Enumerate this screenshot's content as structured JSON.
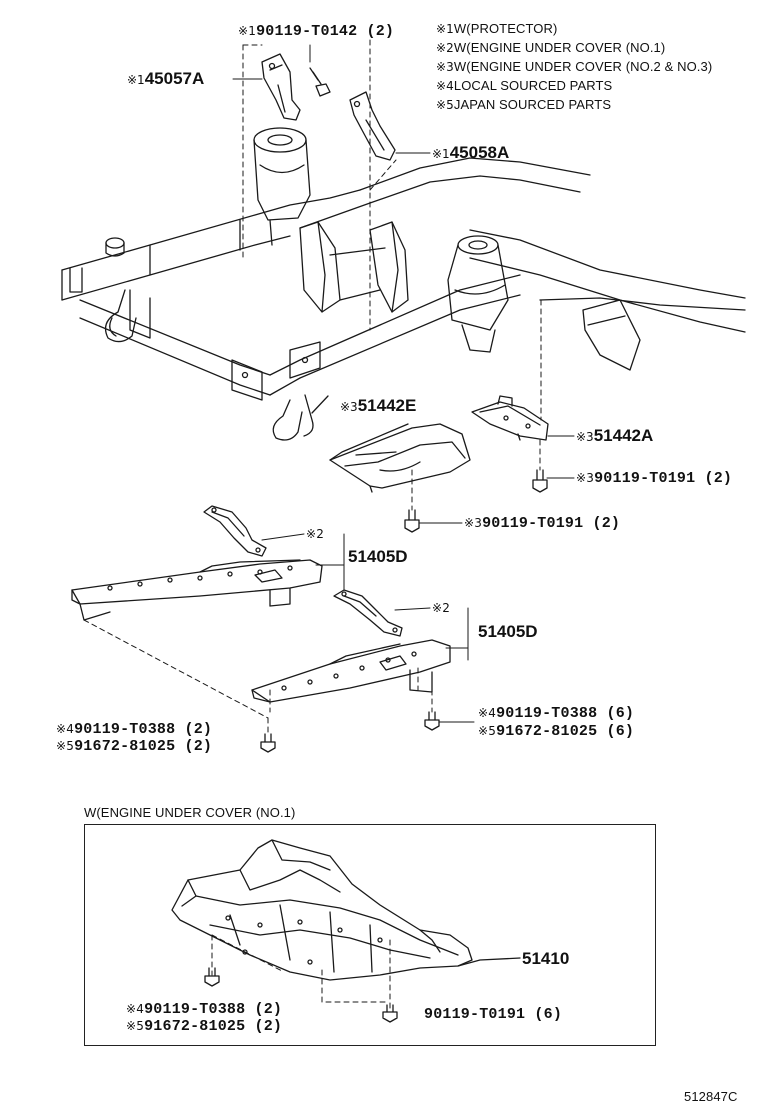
{
  "legend": [
    {
      "mark": "※1",
      "text": "W(PROTECTOR)"
    },
    {
      "mark": "※2",
      "text": "W(ENGINE UNDER COVER (NO.1)"
    },
    {
      "mark": "※3",
      "text": "W(ENGINE UNDER COVER (NO.2 & NO.3)"
    },
    {
      "mark": "※4",
      "text": "LOCAL SOURCED PARTS"
    },
    {
      "mark": "※5",
      "text": "JAPAN SOURCED PARTS"
    }
  ],
  "callouts": {
    "c1": {
      "mark": "※1",
      "text": "90119-T0142 (2)"
    },
    "c2": {
      "mark": "※1",
      "text": "45057A"
    },
    "c3": {
      "mark": "※1",
      "text": "45058A"
    },
    "c4": {
      "mark": "※3",
      "text": "51442E"
    },
    "c5": {
      "mark": "※3",
      "text": "51442A"
    },
    "c6": {
      "mark": "※3",
      "text": "90119-T0191 (2)"
    },
    "c7": {
      "mark": "※3",
      "text": "90119-T0191 (2)"
    },
    "c8": {
      "mark": "※2",
      "text": ""
    },
    "c9": {
      "mark": "",
      "text": "51405D"
    },
    "c10": {
      "mark": "※2",
      "text": ""
    },
    "c11": {
      "mark": "",
      "text": "51405D"
    },
    "c12": {
      "mark": "※4",
      "text": "90119-T0388 (2)"
    },
    "c13": {
      "mark": "※5",
      "text": "91672-81025 (2)"
    },
    "c14": {
      "mark": "※4",
      "text": "90119-T0388 (6)"
    },
    "c15": {
      "mark": "※5",
      "text": "91672-81025 (6)"
    }
  },
  "inset": {
    "title": "W(ENGINE UNDER COVER (NO.1)",
    "callouts": {
      "i1": {
        "mark": "",
        "text": "51410"
      },
      "i2": {
        "mark": "※4",
        "text": "90119-T0388 (2)"
      },
      "i3": {
        "mark": "※5",
        "text": "91672-81025 (2)"
      },
      "i4": {
        "mark": "",
        "text": "90119-T0191 (6)"
      }
    }
  },
  "figure_code": "512847C"
}
